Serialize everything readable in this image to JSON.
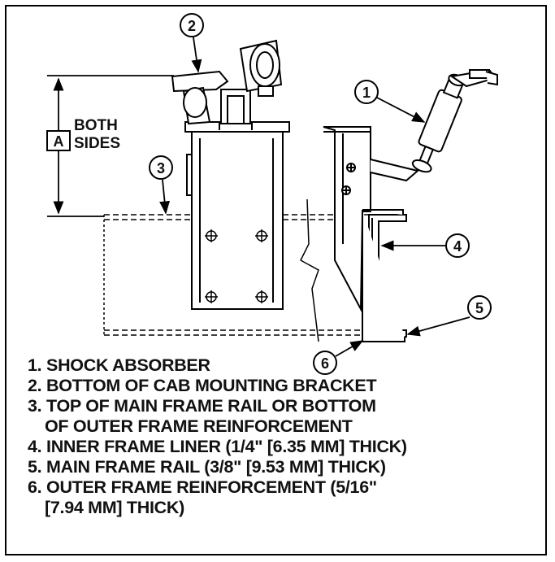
{
  "callouts": [
    "1",
    "2",
    "3",
    "4",
    "5",
    "6"
  ],
  "dimension": {
    "box_label": "A",
    "text_line1": "BOTH",
    "text_line2": "SIDES"
  },
  "legend": [
    {
      "number": "1.",
      "text": "SHOCK ABSORBER"
    },
    {
      "number": "2.",
      "text": "BOTTOM OF CAB MOUNTING BRACKET"
    },
    {
      "number": "3.",
      "text": "TOP OF MAIN FRAME RAIL OR BOTTOM",
      "continuation": "OF OUTER FRAME REINFORCEMENT"
    },
    {
      "number": "4.",
      "text": "INNER FRAME LINER (1/4\" [6.35 MM] THICK)"
    },
    {
      "number": "5.",
      "text": "MAIN FRAME RAIL (3/8\" [9.53 MM] THICK)"
    },
    {
      "number": "6.",
      "text": "OUTER FRAME REINFORCEMENT (5/16\"",
      "continuation": "[7.94 MM] THICK)"
    }
  ]
}
